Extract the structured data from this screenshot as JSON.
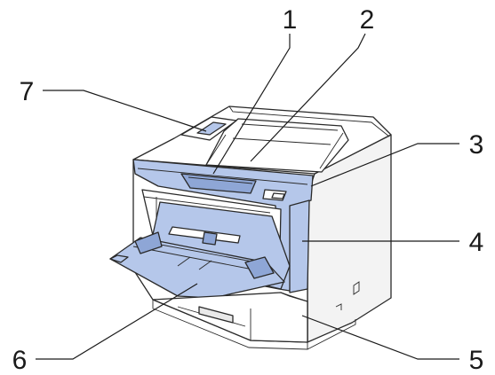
{
  "callouts": [
    {
      "id": "1",
      "label": "1"
    },
    {
      "id": "2",
      "label": "2"
    },
    {
      "id": "3",
      "label": "3"
    },
    {
      "id": "4",
      "label": "4"
    },
    {
      "id": "5",
      "label": "5"
    },
    {
      "id": "6",
      "label": "6"
    },
    {
      "id": "7",
      "label": "7"
    }
  ],
  "colors": {
    "accent_blue": "#b5c7ea",
    "accent_blue_dark": "#8ea6d6",
    "body": "#ffffff",
    "shade": "#e9e9e9",
    "line": "#1a1a1a"
  },
  "icons": {
    "printer": "printer-illustration"
  }
}
